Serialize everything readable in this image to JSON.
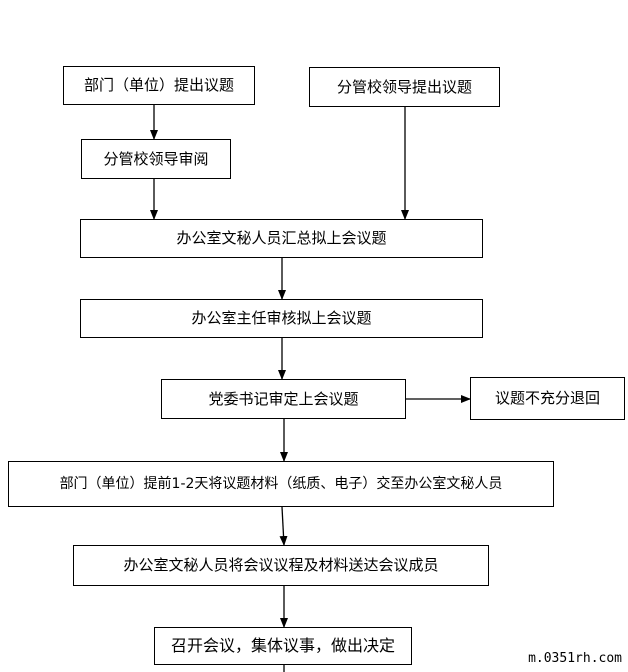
{
  "nodes": {
    "dept_propose": "部门（单位）提出议题",
    "leader_propose": "分管校领导提出议题",
    "leader_review": "分管校领导审阅",
    "secretary_collect": "办公室文秘人员汇总拟上会议题",
    "director_review": "办公室主任审核拟上会议题",
    "party_secretary": "党委书记审定上会议题",
    "rejected": "议题不充分退回",
    "submit_materials": "部门（单位）提前1-2天将议题材料（纸质、电子）交至办公室文秘人员",
    "send_agenda": "办公室文秘人员将会议议程及材料送达会议成员",
    "hold_meeting": "召开会议，集体议事，做出决定"
  },
  "watermark": "m.0351rh.com"
}
